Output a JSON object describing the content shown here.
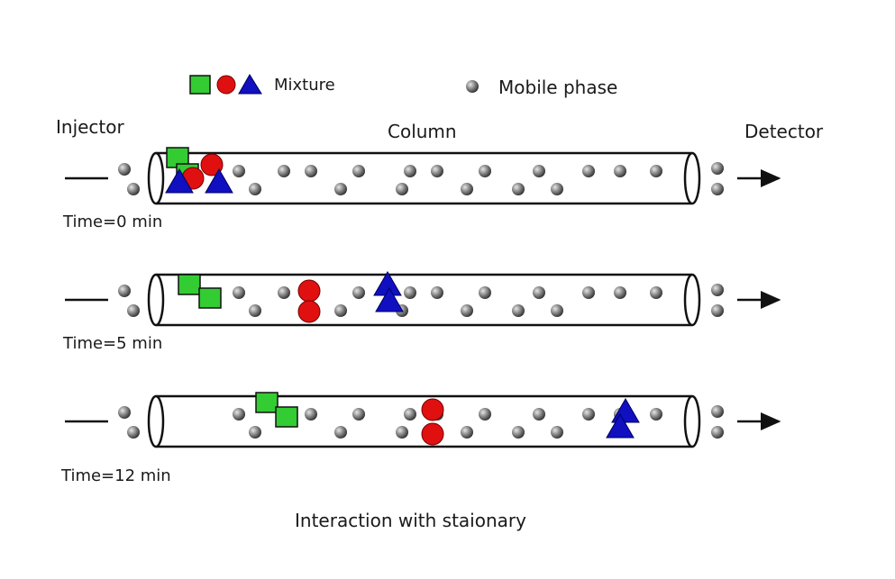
{
  "legend": {
    "mixture_label": "Mixture",
    "mobile_phase_label": "Mobile phase"
  },
  "labels": {
    "injector": "Injector",
    "column": "Column",
    "detector": "Detector",
    "caption": "Interaction with staionary"
  },
  "rows": [
    {
      "time_label": "Time=0 min"
    },
    {
      "time_label": "Time=5 min"
    },
    {
      "time_label": "Time=12 min"
    }
  ],
  "colors": {
    "square": "#33cc33",
    "circle": "#e01010",
    "triangle": "#1010c0",
    "particle": "#555555",
    "column_stroke": "#111111"
  }
}
